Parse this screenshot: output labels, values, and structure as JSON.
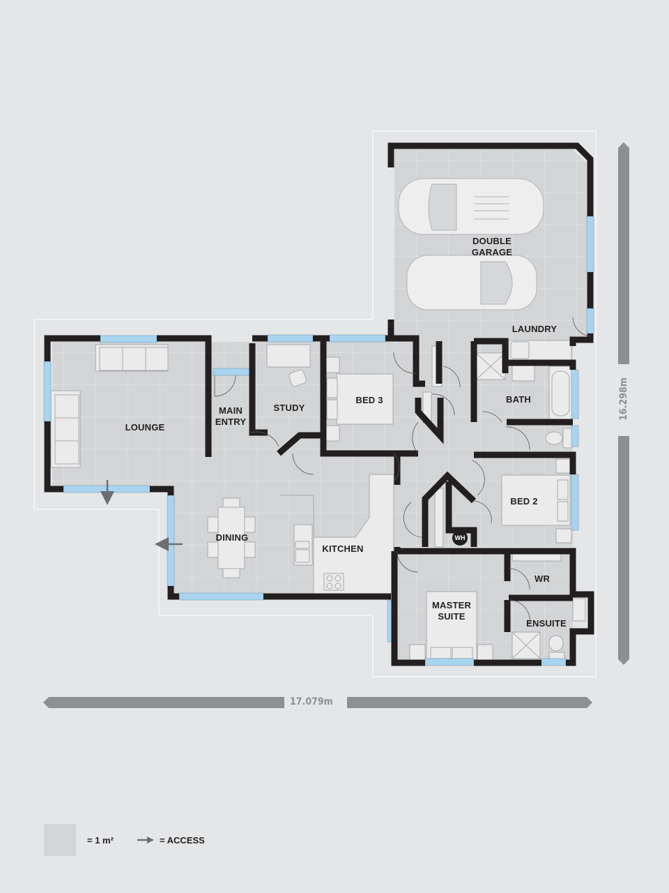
{
  "plan": {
    "type": "floor plan",
    "colors": {
      "background": "#e5e6e8",
      "floor": "#d3d4d6",
      "wall": "#231f20",
      "window": "#a9d4f0",
      "fixture": "#ebebec",
      "dimension_bar": "#8e8f93",
      "site_outline": "#f4f4f5"
    },
    "rooms": [
      {
        "id": "double-garage",
        "label": "DOUBLE\nGARAGE"
      },
      {
        "id": "laundry",
        "label": "LAUNDRY"
      },
      {
        "id": "lounge",
        "label": "LOUNGE"
      },
      {
        "id": "main-entry",
        "label": "MAIN\nENTRY"
      },
      {
        "id": "study",
        "label": "STUDY"
      },
      {
        "id": "bed-3",
        "label": "BED 3"
      },
      {
        "id": "bath",
        "label": "BATH"
      },
      {
        "id": "bed-2",
        "label": "BED 2"
      },
      {
        "id": "dining",
        "label": "DINING"
      },
      {
        "id": "kitchen",
        "label": "KITCHEN"
      },
      {
        "id": "wr",
        "label": "WR"
      },
      {
        "id": "master-suite",
        "label": "MASTER\nSUITE"
      },
      {
        "id": "ensuite",
        "label": "ENSUITE"
      }
    ],
    "water_heater_label": "WH"
  },
  "dimensions": {
    "width": "17.079m",
    "depth": "16.298m"
  },
  "legend": {
    "grid_square": "= 1 m²",
    "access": "= ACCESS"
  }
}
